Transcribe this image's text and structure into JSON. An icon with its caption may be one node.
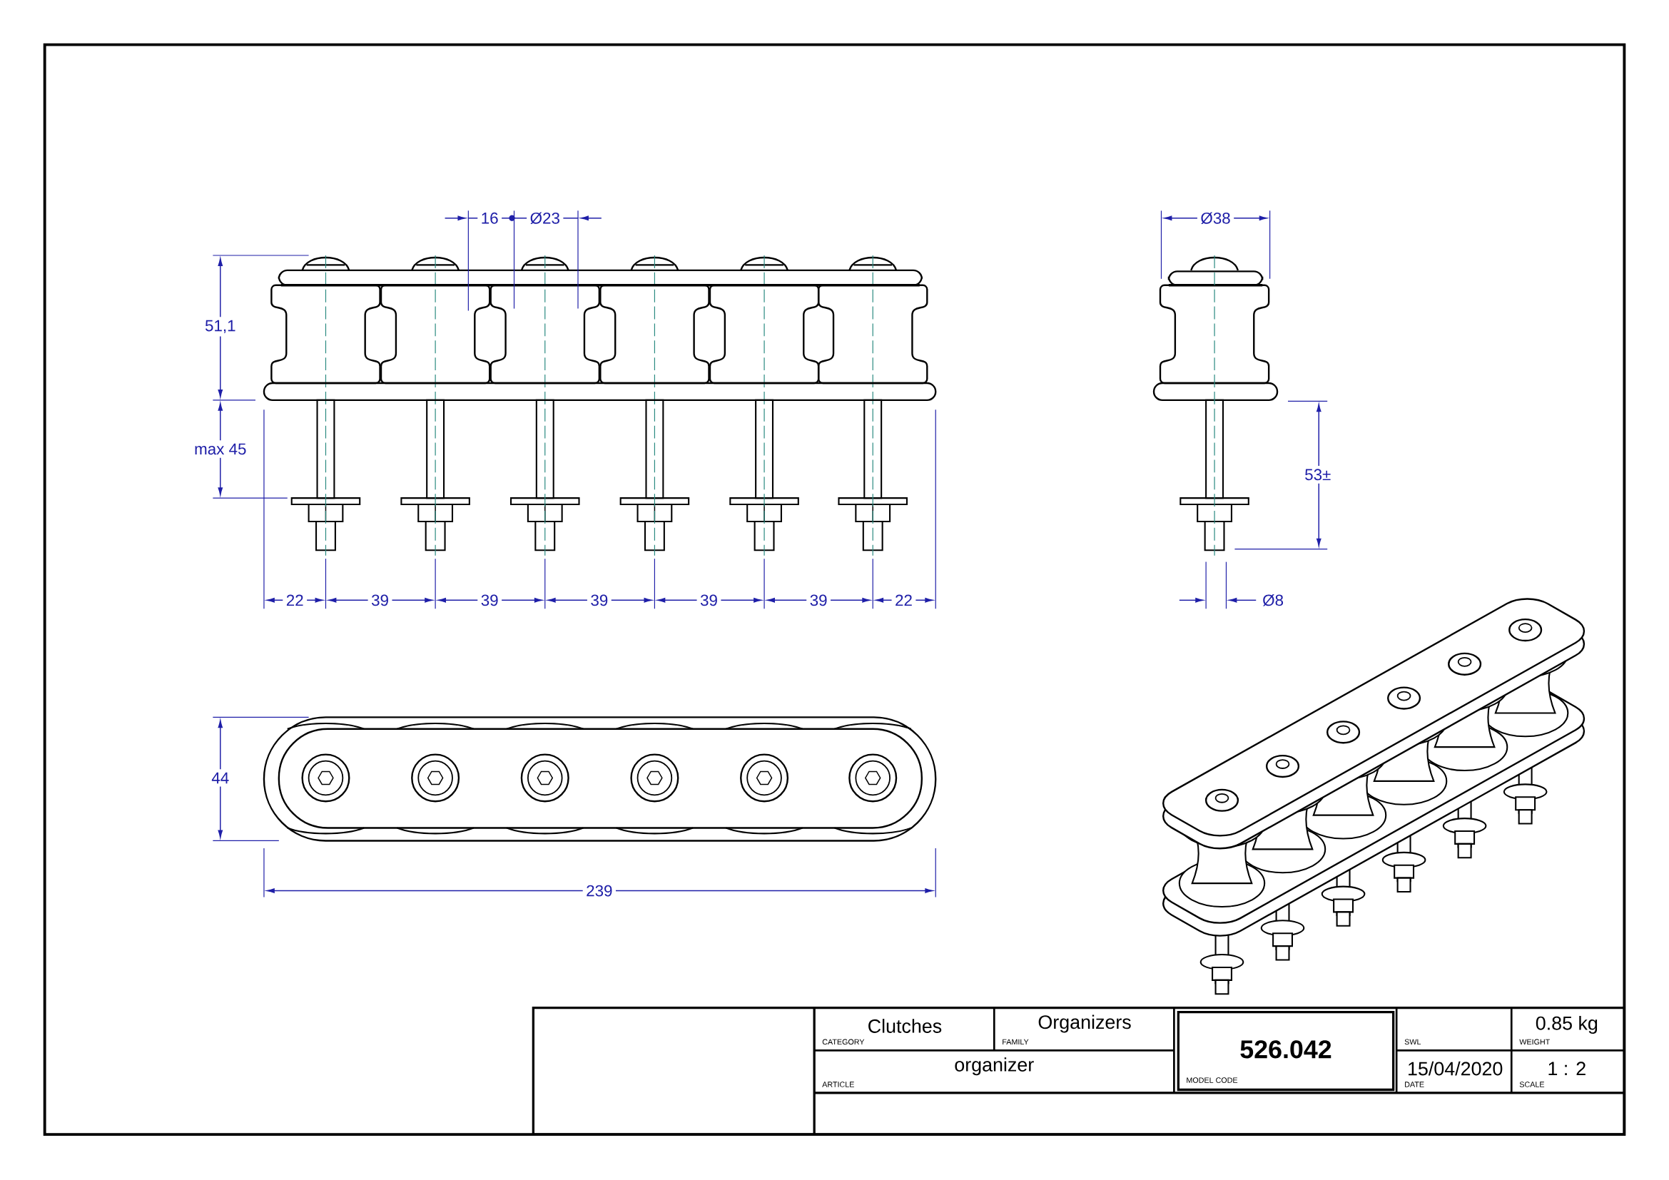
{
  "diagram": {
    "labels": [
      "16",
      "Ø23",
      "Ø38",
      "51,1",
      "max 45",
      "53±",
      "22",
      "39",
      "39",
      "39",
      "39",
      "39",
      "22",
      "Ø8",
      "44",
      "239",
      "Clutches",
      "CATEGORY",
      "Organizers",
      "FAMILY",
      "526.042",
      "SWL",
      "0.85 kg",
      "WEIGHT",
      "organizer",
      "ARTICLE",
      "MODEL CODE",
      "15/04/2020",
      "DATE",
      "1 : 2",
      "SCALE"
    ]
  }
}
